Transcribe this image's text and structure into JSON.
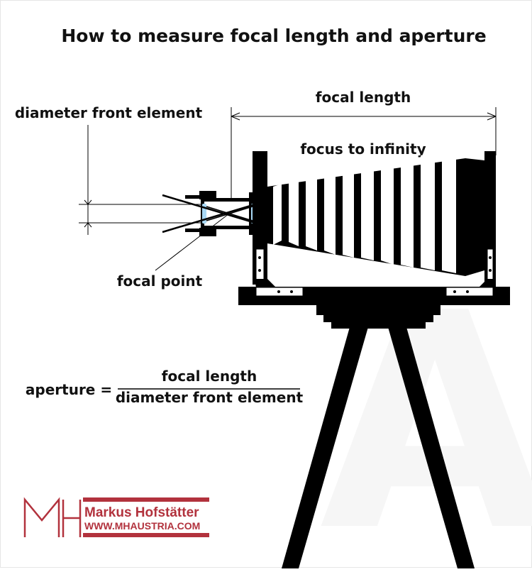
{
  "title": "How to measure focal length and aperture",
  "labels": {
    "focal_length": "focal length",
    "focus_to_infinity": "focus to infinity",
    "diameter_front_element": "diameter front element",
    "focal_point": "focal point"
  },
  "formula": {
    "lhs": "aperture =",
    "numerator": "focal length",
    "denominator": "diameter front element"
  },
  "brand": {
    "monogram": "MH",
    "name": "Markus Hofstätter",
    "url": "WWW.MHAUSTRIA.COM",
    "color": "#b2323d"
  },
  "watermark": "A",
  "colors": {
    "ink": "#000000",
    "lens_glass": "#a8d8f5",
    "watermark": "#f6f6f6"
  }
}
